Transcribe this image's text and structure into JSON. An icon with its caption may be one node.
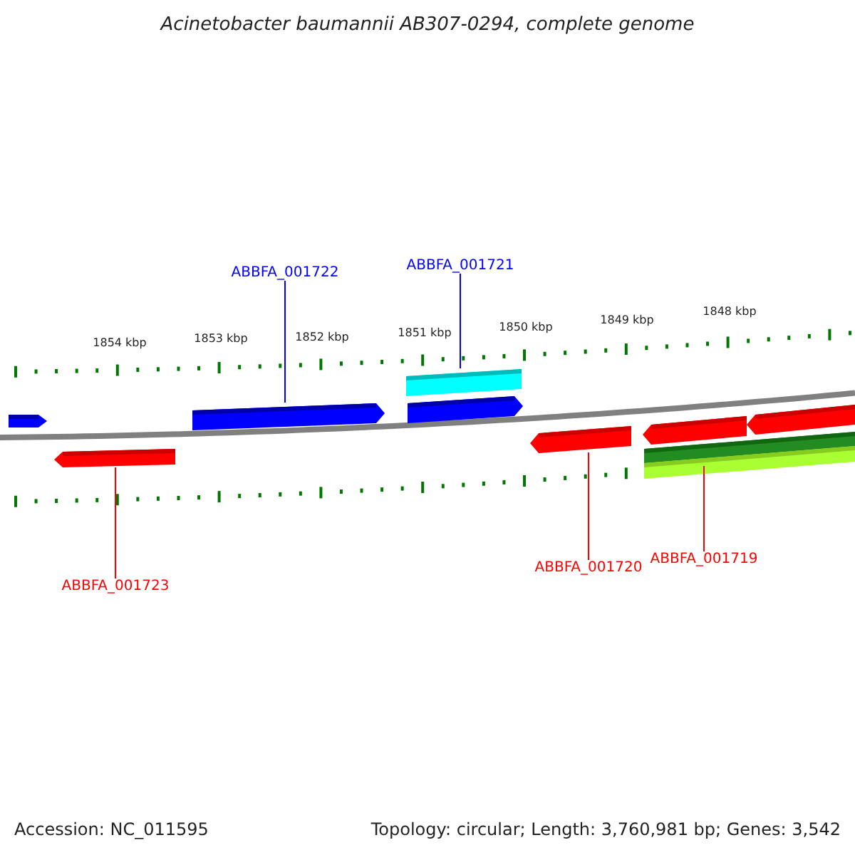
{
  "diagram": {
    "title": "Acinetobacter baumannii AB307-0294, complete genome",
    "nodes": [
      {
        "text": [
          "ABBFA_001722"
        ]
      },
      {
        "text": [
          "ABBFA_001721"
        ]
      },
      {
        "text": [
          "ABBFA_001723"
        ]
      },
      {
        "text": [
          "ABBFA_001720"
        ]
      },
      {
        "text": [
          "ABBFA_001719"
        ]
      },
      {
        "text": [],
        "shape": "bar"
      },
      {
        "text": [],
        "shape": "bar"
      },
      {
        "text": [],
        "shape": "bar"
      },
      {
        "text": [],
        "shape": "bar"
      },
      {
        "text": [],
        "shape": "bar"
      },
      {
        "text": [],
        "shape": "bar"
      },
      {
        "text": [],
        "shape": "bar"
      },
      {
        "text": [],
        "shape": "bar"
      },
      {
        "text": [],
        "shape": "bar"
      },
      {
        "text": [],
        "shape": "bar"
      }
    ],
    "edges": [
      {
        "from": 0,
        "to": 7,
        "arrow": "none",
        "color": "#0000ff"
      },
      {
        "from": 1,
        "to": 8,
        "arrow": "none",
        "color": "#0000ff"
      },
      {
        "from": 2,
        "to": 6,
        "arrow": "none"
      },
      {
        "from": 3,
        "to": 10,
        "arrow": "none"
      },
      {
        "from": 4,
        "to": 12,
        "arrow": "none"
      }
    ],
    "labels": [
      "1854 kbp",
      "1853 kbp",
      "1852 kbp",
      "1851 kbp",
      "1850 kbp",
      "1849 kbp",
      "1848 kbp",
      "Accession: NC_011595",
      "Topology: circular; Length: 3,760,981 bp; Genes: 3,542"
    ]
  }
}
